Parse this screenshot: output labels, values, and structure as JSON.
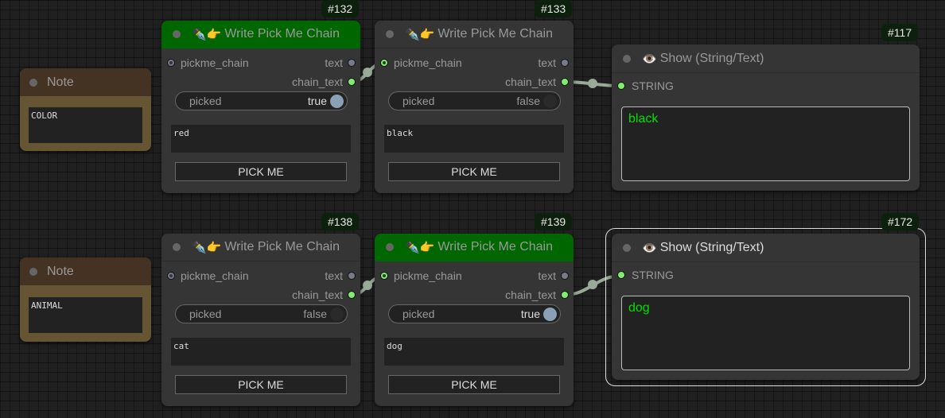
{
  "notes": [
    {
      "title": "Note",
      "text": "COLOR"
    },
    {
      "title": "Note",
      "text": "ANIMAL"
    }
  ],
  "pickme_nodes": [
    {
      "id": "#132",
      "title": "Write Pick Me Chain",
      "icons": "✒️👉",
      "input": "pickme_chain",
      "outputs": [
        "text",
        "chain_text"
      ],
      "toggle_label": "picked",
      "toggle_value": "true",
      "text": "red",
      "button": "PICK ME",
      "title_color": "#006600"
    },
    {
      "id": "#133",
      "title": "Write Pick Me Chain",
      "icons": "✒️👉",
      "input": "pickme_chain",
      "outputs": [
        "text",
        "chain_text"
      ],
      "toggle_label": "picked",
      "toggle_value": "false",
      "text": "black",
      "button": "PICK ME"
    },
    {
      "id": "#138",
      "title": "Write Pick Me Chain",
      "icons": "✒️👉",
      "input": "pickme_chain",
      "outputs": [
        "text",
        "chain_text"
      ],
      "toggle_label": "picked",
      "toggle_value": "false",
      "text": "cat",
      "button": "PICK ME"
    },
    {
      "id": "#139",
      "title": "Write Pick Me Chain",
      "icons": "✒️👉",
      "input": "pickme_chain",
      "outputs": [
        "text",
        "chain_text"
      ],
      "toggle_label": "picked",
      "toggle_value": "true",
      "text": "dog",
      "button": "PICK ME",
      "title_color": "#006600"
    }
  ],
  "show_nodes": [
    {
      "id": "#117",
      "title": "Show (String/Text)",
      "icon": "👁️",
      "input": "STRING",
      "value": "black"
    },
    {
      "id": "#172",
      "title": "Show (String/Text)",
      "icon": "👁️",
      "input": "STRING",
      "value": "dog",
      "selected": true
    }
  ],
  "colors": {
    "canvas": "#202020",
    "node_bg": "#353535",
    "active_title": "#006600",
    "note_title": "#443322",
    "note_body": "#665533",
    "string_output": "#00e000",
    "link": "#9aaa99",
    "slot_green": "#7cf06a"
  }
}
